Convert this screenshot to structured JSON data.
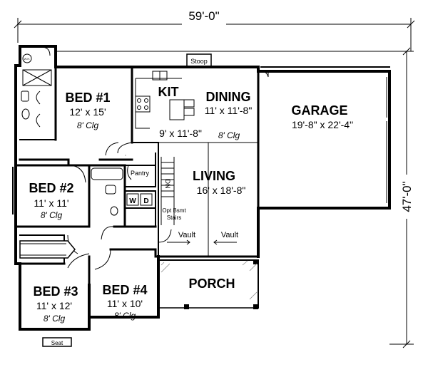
{
  "dimensions": {
    "width_total": "59'-0\"",
    "depth_total": "47'-0\""
  },
  "rooms": {
    "bed1": {
      "name": "BED #1",
      "size": "12' x 15'",
      "ceiling": "8' Clg"
    },
    "kit": {
      "name": "KIT",
      "size": "9' x 11'-8\""
    },
    "dining": {
      "name": "DINING",
      "size": "11' x 11'-8\"",
      "ceiling": "8' Clg"
    },
    "garage": {
      "name": "GARAGE",
      "size": "19'-8\" x 22'-4\""
    },
    "bed2": {
      "name": "BED #2",
      "size": "11' x 11'",
      "ceiling": "8' Clg"
    },
    "living": {
      "name": "LIVING",
      "size": "16' x 18'-8\""
    },
    "bed3": {
      "name": "BED #3",
      "size": "11' x 12'",
      "ceiling": "8' Clg"
    },
    "bed4": {
      "name": "BED #4",
      "size": "11' x 10'",
      "ceiling": "8' Clg"
    },
    "porch": {
      "name": "PORCH"
    }
  },
  "labels": {
    "stoop": "Stoop",
    "pantry": "Pantry",
    "dn": "DN",
    "washer": "W",
    "dryer": "D",
    "stairs_line1": "Opt Bsmt",
    "stairs_line2": "Stairs",
    "vault_left": "Vault",
    "vault_right": "Vault",
    "seat": "Seat",
    "wh": "W.H."
  }
}
